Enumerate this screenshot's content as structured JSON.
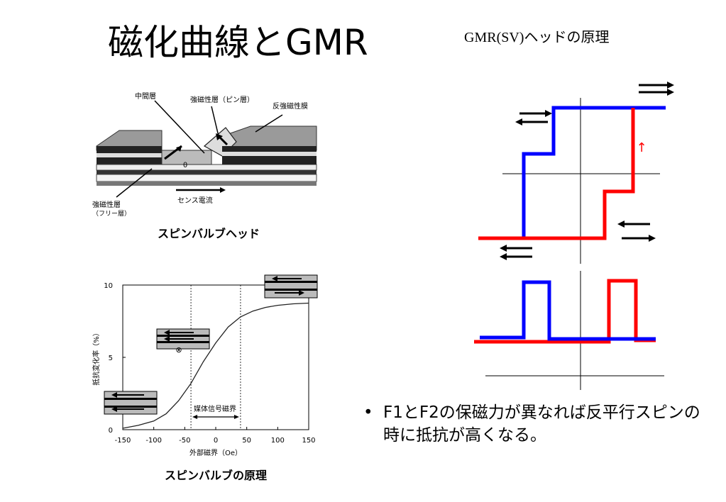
{
  "slide": {
    "title": "磁化曲線とGMR",
    "right_title": "GMR(SV)ヘッドの原理"
  },
  "spin_valve_diagram": {
    "label_intermediate_layer": "中間層",
    "label_pinned_layer": "強磁性層（ピン層）",
    "label_antiferro_film": "反強磁性膜",
    "label_free_layer_line1": "強磁性層",
    "label_free_layer_line2": "（フリー層）",
    "label_sense_current": "センス電流",
    "label_theta": "θ",
    "caption": "スピンバルブヘッド"
  },
  "principle_chart": {
    "y_axis_label": "抵抗変化率（%）",
    "x_axis_label": "外部磁界（Oe）",
    "medium_signal_label": "媒体信号磁界",
    "caption": "スピンバルブの原理",
    "cross_symbol": "⊗"
  },
  "chart_data": {
    "type": "line",
    "xlabel": "外部磁界（Oe）",
    "ylabel": "抵抗変化率（%）",
    "xlim": [
      -150,
      150
    ],
    "ylim": [
      0,
      10
    ],
    "x_ticks": [
      "-150",
      "-100",
      "-50",
      "0",
      "50",
      "100",
      "150"
    ],
    "y_ticks": [
      "0",
      "5",
      "10"
    ],
    "vertical_reference_lines_x": [
      -40,
      40
    ],
    "series": [
      {
        "x": [
          -150,
          -125,
          -100,
          -80,
          -60,
          -40,
          -20,
          0,
          20,
          40,
          60,
          80,
          100,
          125,
          150
        ],
        "y": [
          0.1,
          0.3,
          0.6,
          1.1,
          2.0,
          3.2,
          4.7,
          6.0,
          7.1,
          7.8,
          8.2,
          8.45,
          8.6,
          8.7,
          8.75
        ]
      }
    ]
  },
  "hysteresis": {
    "color_increasing": "#0000ff",
    "color_decreasing": "#ff0000",
    "up_arrow_glyph": "↑"
  },
  "bullet": {
    "marker": "•",
    "text": "F1とF2の保磁力が異なれば反平行スピンの時に抵抗が高くなる。"
  }
}
